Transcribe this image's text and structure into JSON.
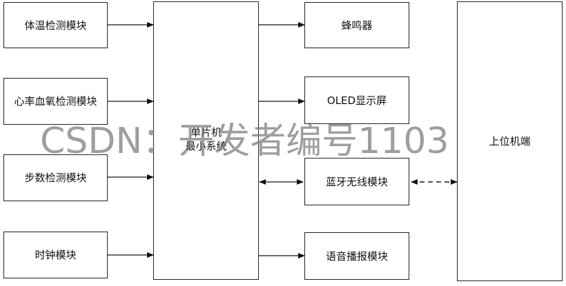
{
  "inputs": {
    "temp": "体温检测模块",
    "hr_spo2": "心率血氧检测模块",
    "steps": "步数检测模块",
    "clock": "时钟模块"
  },
  "mcu": {
    "line1": "单片机",
    "line2": "最小系统"
  },
  "outputs": {
    "buzzer": "蜂鸣器",
    "oled": "OLED显示屏",
    "bluetooth": "蓝牙无线模块",
    "voice": "语音播报模块"
  },
  "host": "上位机端",
  "watermark": "CSDN：开发者编号1103"
}
